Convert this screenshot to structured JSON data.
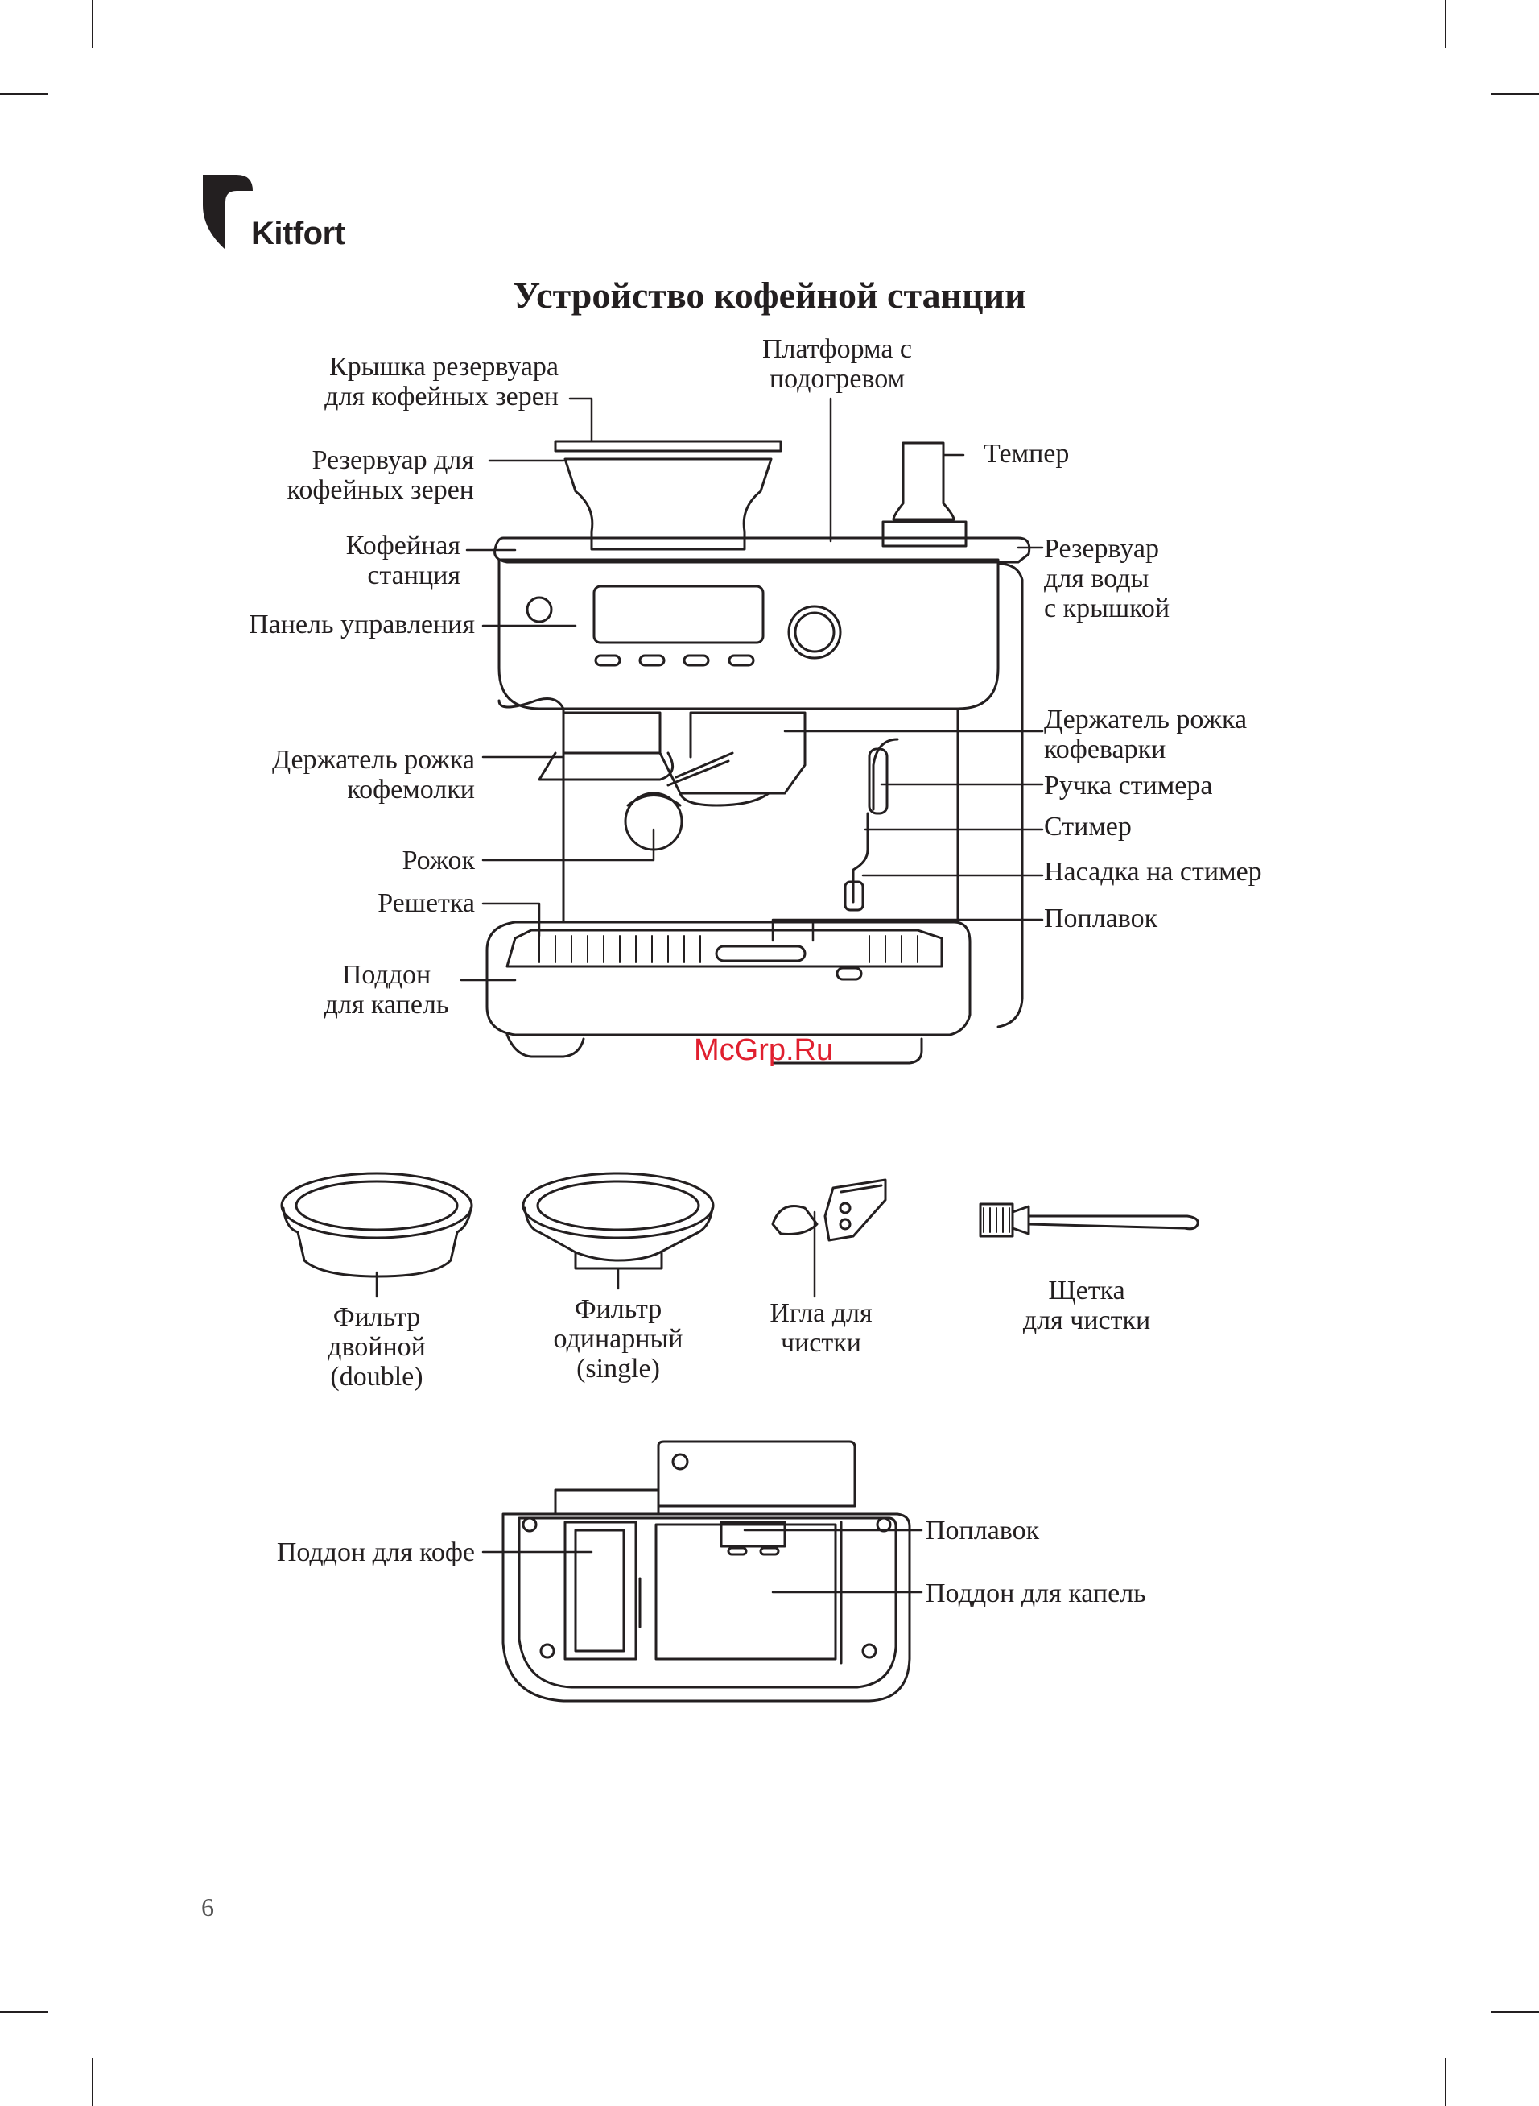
{
  "brand": {
    "logo_text": "Kitfort"
  },
  "title": "Устройство кофейной станции",
  "machine_labels_left": [
    {
      "lines": [
        "Крышка резервуара",
        "для кофейных зерен"
      ]
    },
    {
      "lines": [
        "Резервуар для",
        "кофейных зерен"
      ]
    },
    {
      "lines": [
        "Кофейная",
        "станция"
      ]
    },
    {
      "lines": [
        "Панель управления"
      ]
    },
    {
      "lines": [
        "Держатель рожка",
        "кофемолки"
      ]
    },
    {
      "lines": [
        "Рожок"
      ]
    },
    {
      "lines": [
        "Решетка"
      ]
    },
    {
      "lines": [
        "Поддон",
        "для капель"
      ]
    }
  ],
  "machine_labels_top": [
    {
      "lines": [
        "Платформа с",
        "подогревом"
      ]
    }
  ],
  "machine_labels_right": [
    {
      "lines": [
        "Темпер"
      ]
    },
    {
      "lines": [
        "Резервуар",
        "для воды",
        "с крышкой"
      ]
    },
    {
      "lines": [
        "Держатель рожка",
        "кофеварки"
      ]
    },
    {
      "lines": [
        "Ручка стимера"
      ]
    },
    {
      "lines": [
        "Стимер"
      ]
    },
    {
      "lines": [
        "Насадка на стимер"
      ]
    },
    {
      "lines": [
        "Поплавок"
      ]
    }
  ],
  "accessories": [
    {
      "lines": [
        "Фильтр",
        "двойной",
        "(double)"
      ]
    },
    {
      "lines": [
        "Фильтр",
        "одинарный",
        "(single)"
      ]
    },
    {
      "lines": [
        "Игла для",
        "чистки"
      ]
    },
    {
      "lines": [
        "Щетка",
        "для чистки"
      ]
    }
  ],
  "tray_labels": [
    {
      "lines": [
        "Поддон для кофе"
      ]
    },
    {
      "lines": [
        "Поплавок"
      ]
    },
    {
      "lines": [
        "Поддон для капель"
      ]
    }
  ],
  "watermark": "McGrp.Ru",
  "page_number": "6",
  "colors": {
    "ink": "#231f20",
    "watermark": "#e0202f"
  }
}
